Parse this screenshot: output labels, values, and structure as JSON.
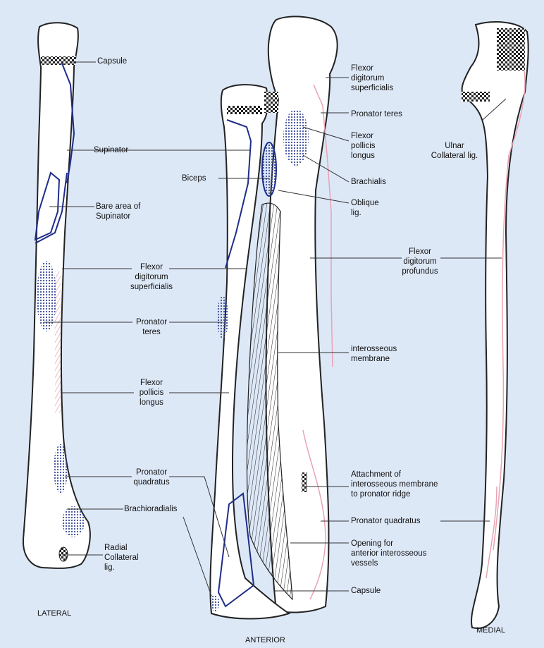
{
  "colors": {
    "background": "#dde8f7",
    "bone_outline": "#222222",
    "origin_outline": "#1f2d8a",
    "insertion_pink": "#e8a3b3",
    "stipple": "#3a4b9a"
  },
  "views": {
    "lateral": "LATERAL",
    "anterior": "ANTERIOR",
    "medial": "MEDIAL"
  },
  "labels": {
    "capsule_top": "Capsule",
    "supinator": "Supinator",
    "bare_area": [
      "Bare area of",
      "Supinator"
    ],
    "biceps": "Biceps",
    "fds_left": [
      "Flexor",
      "digitorum",
      "superficialis"
    ],
    "pronator_teres_left": [
      "Pronator",
      "teres"
    ],
    "fpl_left": [
      "Flexor",
      "pollicis",
      "longus"
    ],
    "pq_left": [
      "Pronator",
      "quadratus"
    ],
    "brachioradialis": "Brachioradialis",
    "radial_collateral": [
      "Radial",
      "Collateral",
      "lig."
    ],
    "fds_right": [
      "Flexor",
      "digitorum",
      "superficialis"
    ],
    "pronator_teres_right": "Pronator teres",
    "fpl_right": [
      "Flexor",
      "pollicis",
      "longus"
    ],
    "brachialis": "Brachialis",
    "oblique": [
      "Oblique",
      "lig."
    ],
    "ulnar_collateral": [
      "Ulnar",
      "Collateral lig."
    ],
    "fdp": [
      "Flexor",
      "digitorum",
      "profundus"
    ],
    "interosseous": [
      "interosseous",
      "membrane"
    ],
    "attachment": [
      "Attachment of",
      "interosseous membrane",
      "to pronator ridge"
    ],
    "pq_right": "Pronator quadratus",
    "opening": [
      "Opening for",
      "anterior interosseous",
      "vessels"
    ],
    "capsule_bottom": "Capsule"
  }
}
